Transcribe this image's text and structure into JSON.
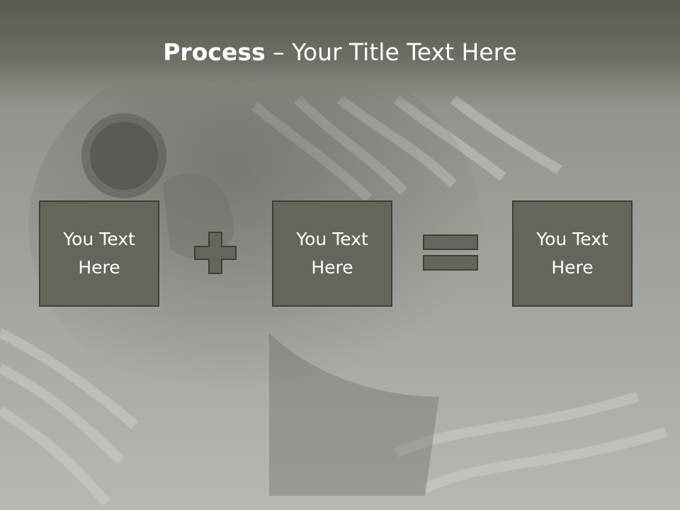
{
  "slide": {
    "title_bold": "Process",
    "title_rest": " – Your Title Text Here"
  },
  "steps": [
    {
      "text": "You Text Here"
    },
    {
      "text": "You Text Here"
    },
    {
      "text": "You Text Here"
    }
  ],
  "operators": [
    "plus-icon",
    "equals-icon"
  ],
  "colors": {
    "title_band": "#5b5a52",
    "box_fill": "#67655b",
    "box_border": "#3f3e38",
    "text": "#ffffff"
  }
}
